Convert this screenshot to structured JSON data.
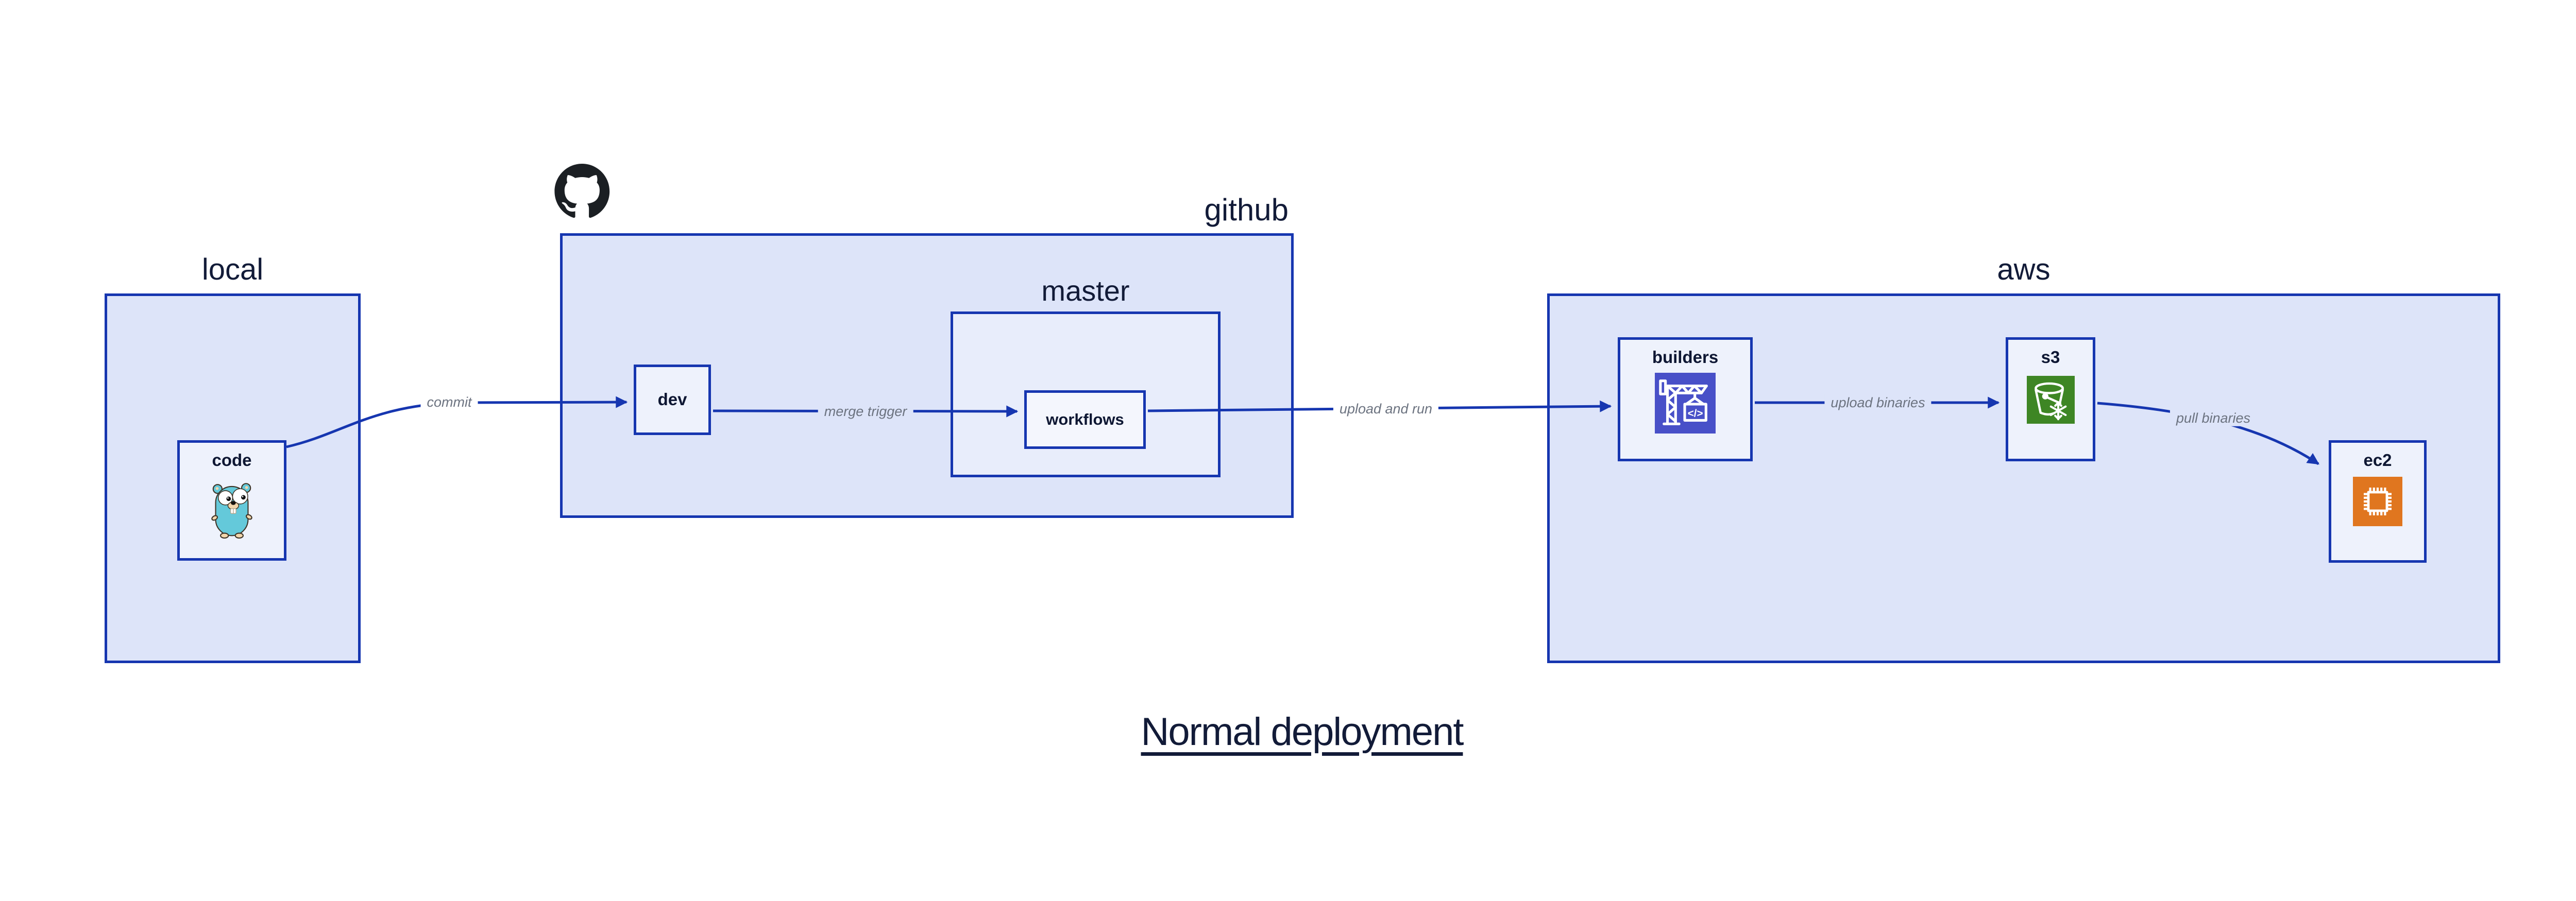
{
  "diagram_title": {
    "text": "Normal deployment"
  },
  "containers": {
    "local": {
      "label": "local"
    },
    "github": {
      "label": "github"
    },
    "master": {
      "label": "master"
    },
    "aws": {
      "label": "aws"
    }
  },
  "nodes": {
    "code": {
      "label": "code",
      "icon": "go-gopher-icon"
    },
    "dev": {
      "label": "dev"
    },
    "workflows": {
      "label": "workflows"
    },
    "builders": {
      "label": "builders",
      "icon": "aws-codebuild-icon",
      "icon_glyph": "</>"
    },
    "s3": {
      "label": "s3",
      "icon": "aws-s3-glacier-bucket-icon"
    },
    "ec2": {
      "label": "ec2",
      "icon": "aws-ec2-chip-icon"
    }
  },
  "edges": {
    "commit": {
      "label": "commit",
      "from": "code",
      "to": "dev"
    },
    "merge_trigger": {
      "label": "merge trigger",
      "from": "dev",
      "to": "workflows"
    },
    "upload_and_run": {
      "label": "upload and run",
      "from": "workflows",
      "to": "builders"
    },
    "upload_binaries": {
      "label": "upload binaries",
      "from": "builders",
      "to": "s3"
    },
    "pull_binaries": {
      "label": "pull binaries",
      "from": "s3",
      "to": "ec2"
    }
  },
  "logos": {
    "github_mark": "github-octocat-logo"
  },
  "colors": {
    "canvas": "#ffffff",
    "outline_blue": "#1636b0",
    "container_fill": "#dde4f9",
    "mid_fill": "#e8edfb",
    "node_fill": "#eef2fc",
    "workflows_fill": "#f4f6fd",
    "edge_label_gray": "#6c7380",
    "heading_navy": "#121b38",
    "codebuild_indigo": "#4850c8",
    "s3_green": "#3e8624",
    "ec2_orange": "#e0761f",
    "gopher_teal": "#64c9da",
    "github_black": "#1b1f23"
  }
}
